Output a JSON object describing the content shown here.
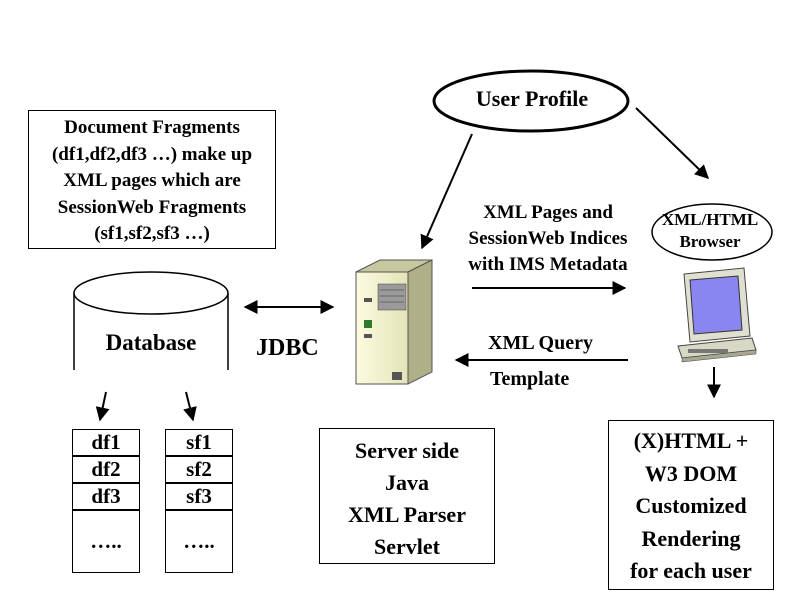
{
  "doc_note": {
    "lines": [
      "Document Fragments",
      "(df1,df2,df3 …) make up",
      "XML pages which are",
      "SessionWeb Fragments",
      "(sf1,sf2,sf3 …)"
    ]
  },
  "user_profile": {
    "label": "User Profile"
  },
  "database": {
    "label": "Database"
  },
  "jdbc": {
    "label": "JDBC"
  },
  "pages_arrow": {
    "lines": [
      "XML Pages and",
      "SessionWeb Indices",
      "with IMS Metadata"
    ]
  },
  "query_arrow": {
    "line1": "XML Query",
    "line2": "Template"
  },
  "browser": {
    "lines": [
      "XML/HTML",
      "Browser"
    ]
  },
  "df_table": {
    "rows": [
      "df1",
      "df2",
      "df3"
    ],
    "more": "….."
  },
  "sf_table": {
    "rows": [
      "sf1",
      "sf2",
      "sf3"
    ],
    "more": "….."
  },
  "server_box": {
    "lines": [
      "Server side",
      "Java",
      "XML Parser",
      "Servlet"
    ]
  },
  "render_box": {
    "lines": [
      "(X)HTML +",
      "W3 DOM",
      "Customized",
      "Rendering",
      "for each user"
    ]
  }
}
